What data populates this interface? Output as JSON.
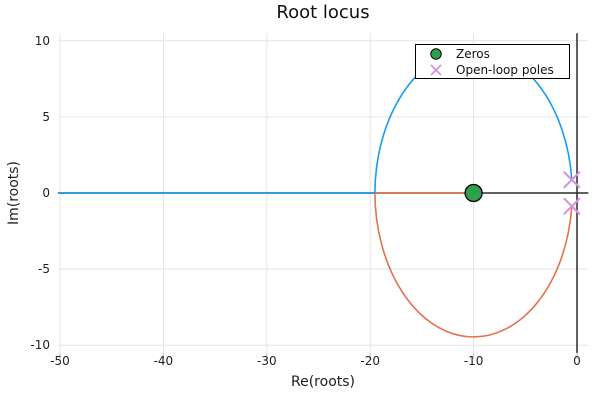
{
  "title": "Root locus",
  "axes": {
    "xlabel": "Re(roots)",
    "ylabel": "Im(roots)",
    "x_tick_labels": [
      "-50",
      "-40",
      "-30",
      "-20",
      "-10",
      "0"
    ],
    "y_tick_labels": [
      "10",
      "5",
      "0",
      "-5",
      "-10"
    ]
  },
  "legend": {
    "items": [
      {
        "label": "Zeros",
        "marker": "circle-icon",
        "color": "#2EA14D"
      },
      {
        "label": "Open-loop poles",
        "marker": "x-icon",
        "color": "#D493DE"
      }
    ]
  },
  "chart_data": {
    "type": "line",
    "title": "Root locus",
    "xlabel": "Re(roots)",
    "ylabel": "Im(roots)",
    "xlim": [
      -50.2,
      1.1
    ],
    "ylim": [
      -10.5,
      10.5
    ],
    "x_ticks": [
      -50,
      -40,
      -30,
      -20,
      -10,
      0
    ],
    "y_ticks": [
      10,
      5,
      0,
      -5,
      -10
    ],
    "grid": true,
    "legend_position": "top-right",
    "zeros": [
      [
        -10,
        0
      ]
    ],
    "poles": [
      [
        -0.5,
        0.87
      ],
      [
        -0.5,
        -0.87
      ]
    ],
    "break_in_point": -19.55,
    "locus_circle": {
      "center": [
        -10,
        0
      ],
      "radius": 9.55
    },
    "series": [
      {
        "name": "branch-upper",
        "color": "#169CF2",
        "path": "real axis from -50.2 to -19.55, then upper circular arc to pole -0.5+0.87j"
      },
      {
        "name": "branch-lower",
        "color": "#E4714B",
        "path": "real axis from -19.55 to zero at -10, lower circular arc from -19.55 to pole -0.5-0.87j"
      }
    ],
    "colors": {
      "grid": "#e4e4e4",
      "tick": "#bbbbbb",
      "axis": "#2b2b2b",
      "zero": "#2EA14D",
      "zero_stroke": "#000000",
      "pole": "#D493DE"
    }
  }
}
